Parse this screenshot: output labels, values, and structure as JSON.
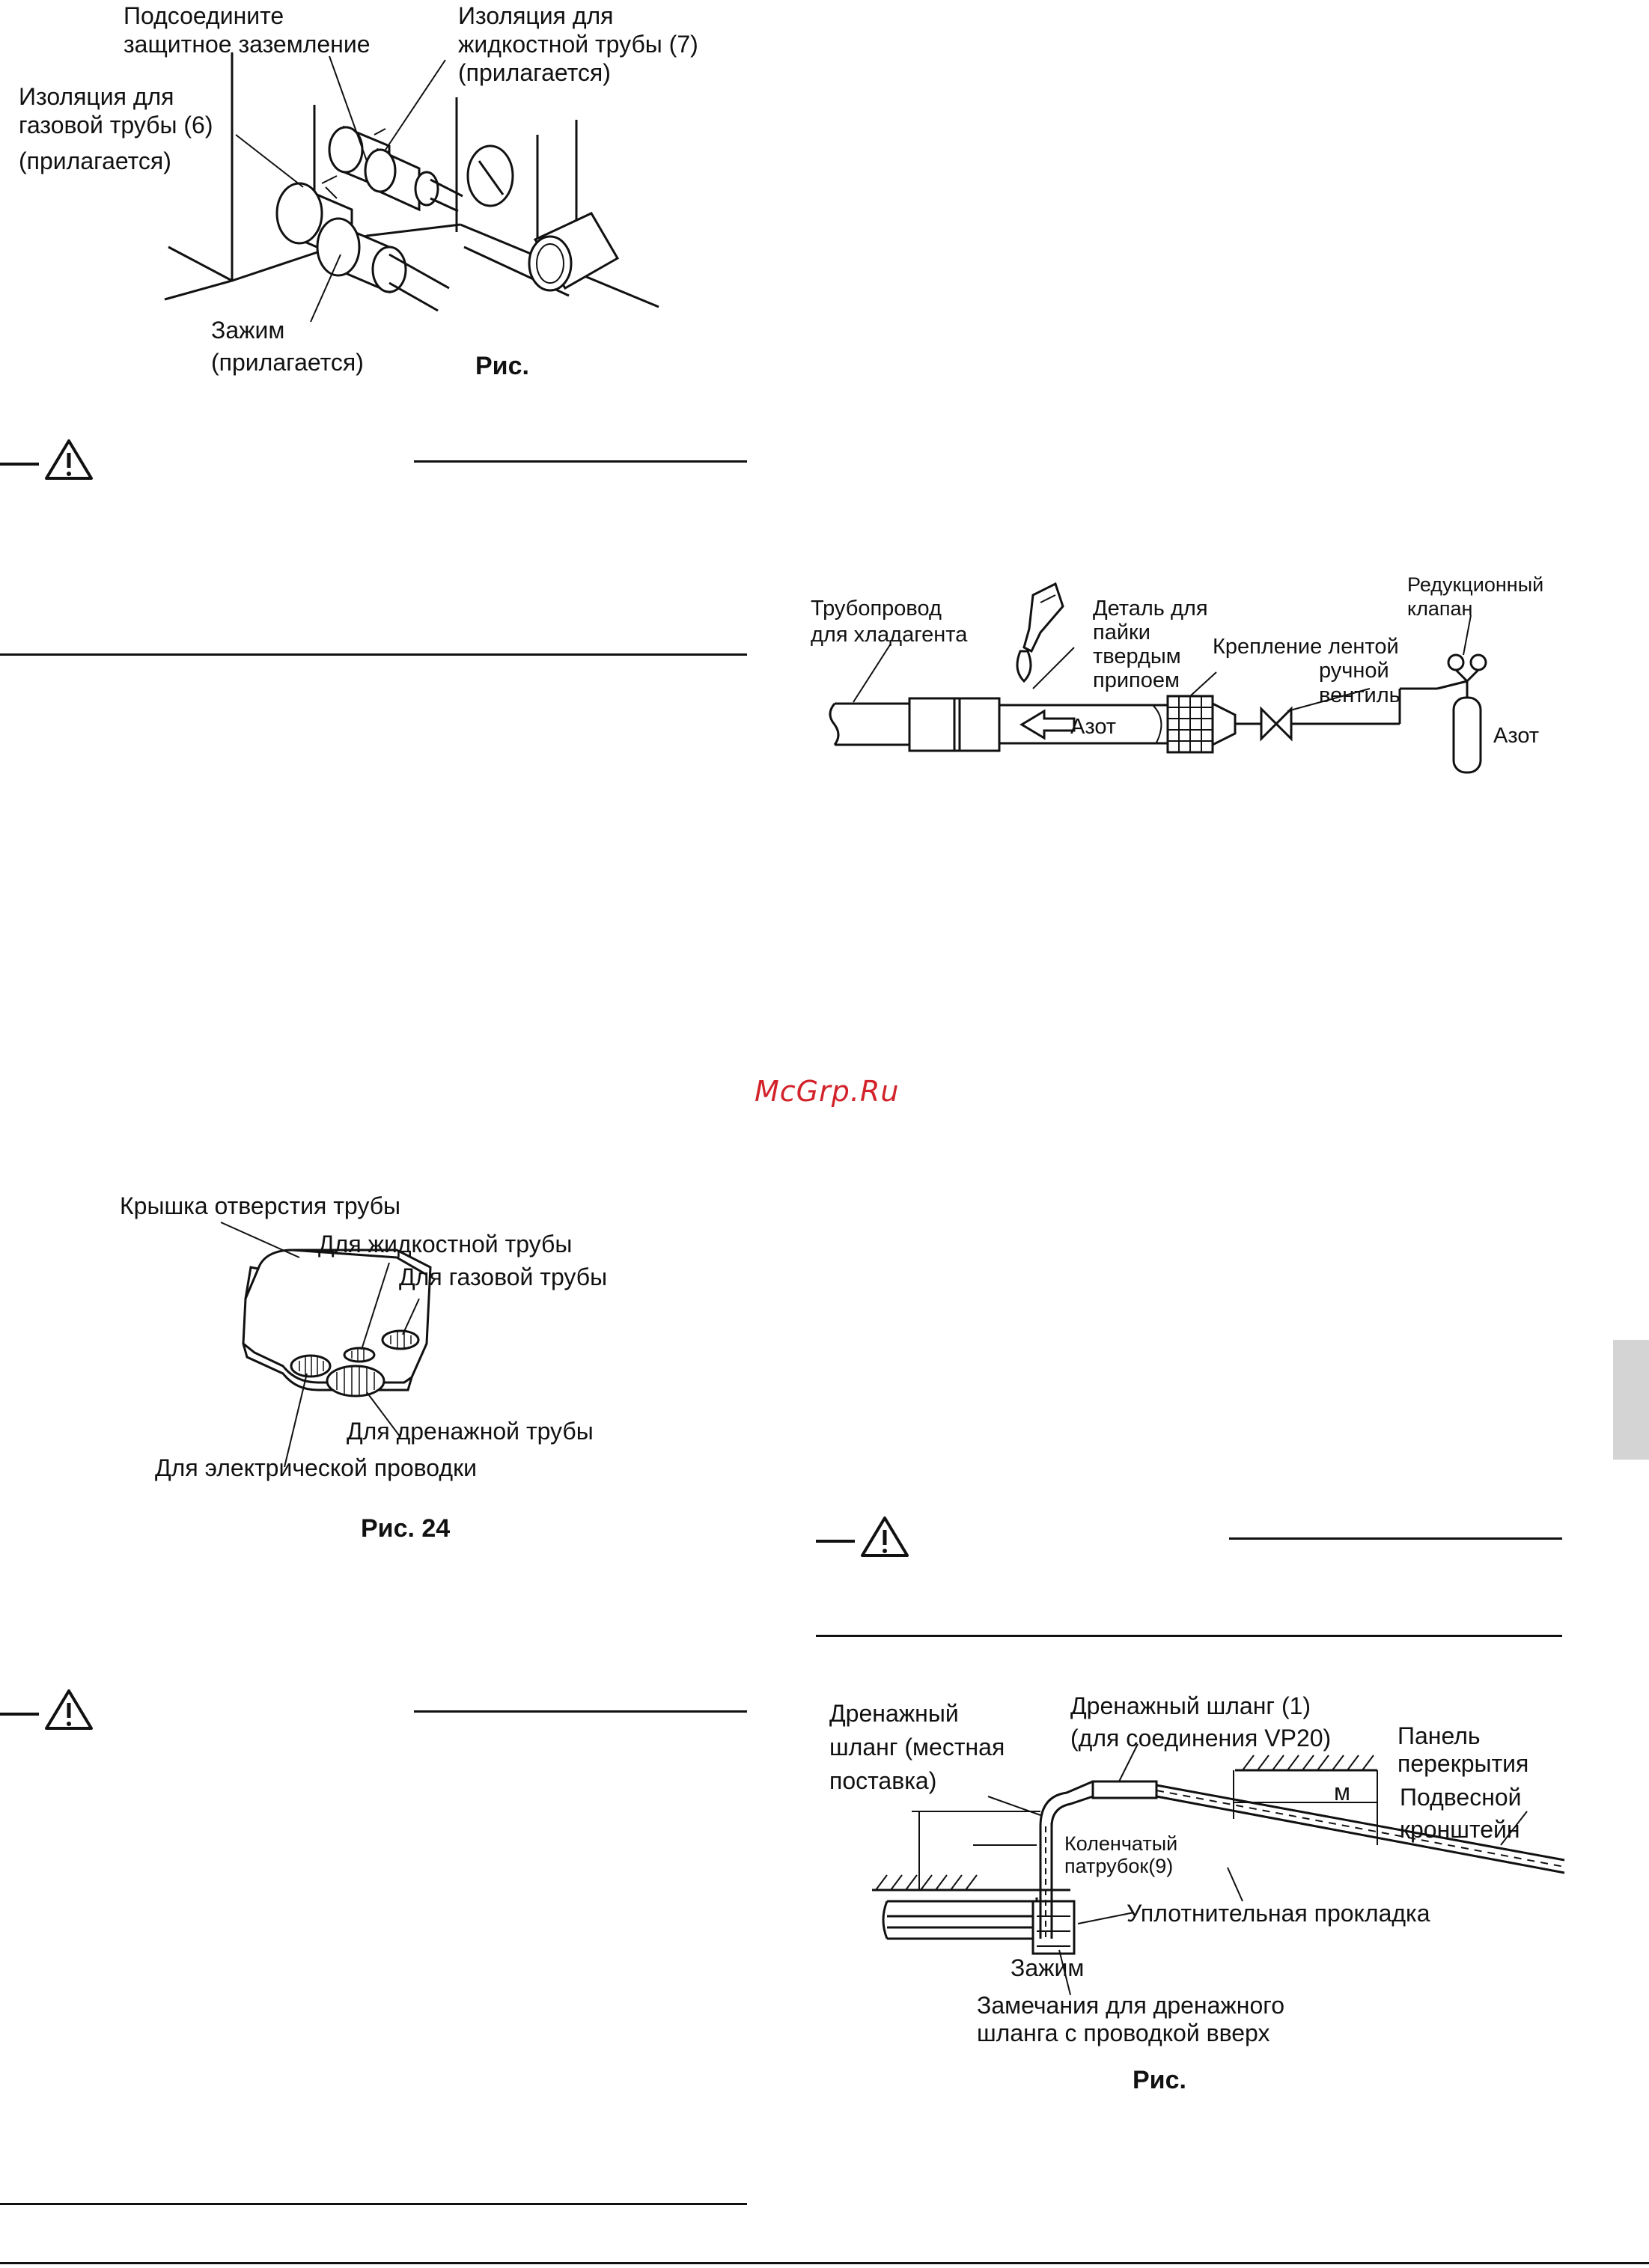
{
  "fig_ground": {
    "label_ground": [
      "Подсоедините",
      "защитное заземление"
    ],
    "label_liquid": [
      "Изоляция для",
      "жидкостной трубы (7)",
      "(прилагается)"
    ],
    "label_gas": [
      "Изоляция для",
      "газовой трубы (6)",
      "(прилагается)"
    ],
    "label_clamp": [
      "Зажим",
      "(прилагается)"
    ],
    "caption": "Рис."
  },
  "fig_brazing": {
    "label_pipe": [
      "Трубопровод",
      "для хладагента"
    ],
    "label_part": [
      "Деталь для",
      "пайки",
      "твердым",
      "припоем"
    ],
    "label_tape": "Крепление лентой",
    "label_valve": [
      "ручной",
      "вентиль"
    ],
    "label_reducer": [
      "Редукционный",
      "клапан"
    ],
    "label_nitrogen_flow": "Азот",
    "label_nitrogen_tank": "Азот"
  },
  "watermark": "McGrp.Ru",
  "fig_cover": {
    "label_cover": "Крышка отверстия трубы",
    "label_liquid": "Для жидкостной трубы",
    "label_gas": "Для газовой трубы",
    "label_drain": "Для дренажной трубы",
    "label_electric": "Для электрической проводки",
    "caption": "Рис. 24"
  },
  "fig_drain": {
    "label_local_hose": [
      "Дренажный",
      "шланг (местная",
      "поставка)"
    ],
    "label_hose1": [
      "Дренажный шланг (1)",
      "(для соединения VP20)"
    ],
    "label_ceiling": [
      "Панель",
      "перекрытия"
    ],
    "label_bracket": [
      "Подвесной",
      "кронштейн"
    ],
    "label_m": "м",
    "label_elbow": [
      "Коленчатый",
      "патрубок(9)"
    ],
    "label_gasket": "Уплотнительная прокладка",
    "label_clamp": "Зажим",
    "label_note": [
      "Замечания для дренажного",
      "шланга с проводкой вверх"
    ],
    "caption": "Рис."
  }
}
